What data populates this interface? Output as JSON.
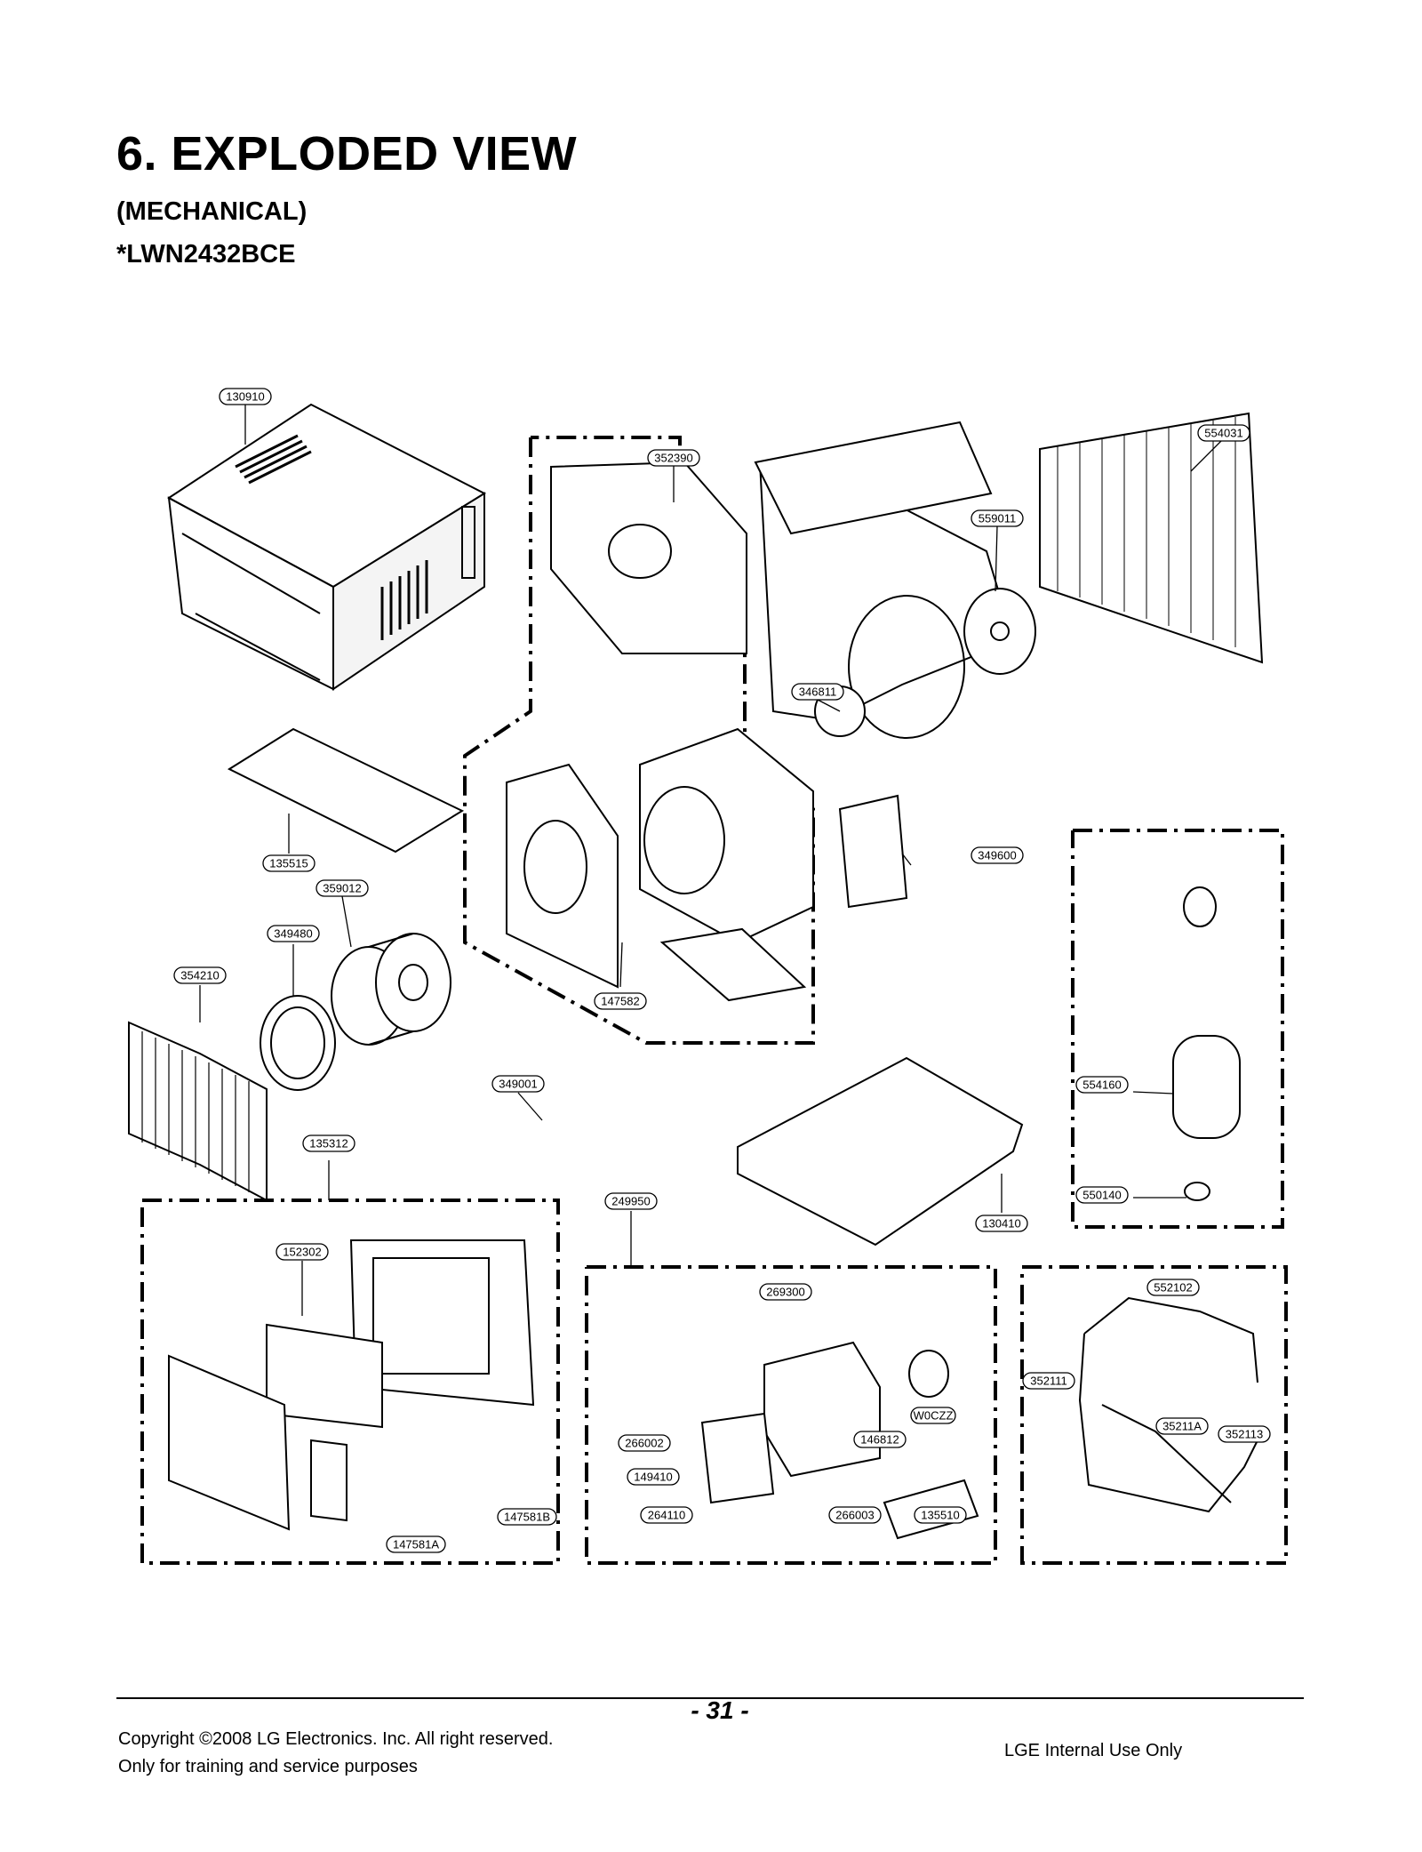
{
  "header": {
    "title": "6. EXPLODED VIEW",
    "subtitle": "(MECHANICAL)",
    "model": "*LWN2432BCE"
  },
  "parts": [
    "130910",
    "352390",
    "554031",
    "559011",
    "346811",
    "135515",
    "349600",
    "359012",
    "349480",
    "354210",
    "147582",
    "349001",
    "554160",
    "135312",
    "249950",
    "130410",
    "550140",
    "152302",
    "269300",
    "552102",
    "352111",
    "W0CZZ",
    "35211A",
    "352113",
    "266002",
    "146812",
    "149410",
    "264110",
    "266003",
    "135510",
    "147581B",
    "147581A"
  ],
  "footer": {
    "copyright": "Copyright ©2008 LG Electronics. Inc. All right reserved.",
    "note": "Only for training and service purposes",
    "page": "- 31 -",
    "internal": "LGE Internal Use Only"
  }
}
